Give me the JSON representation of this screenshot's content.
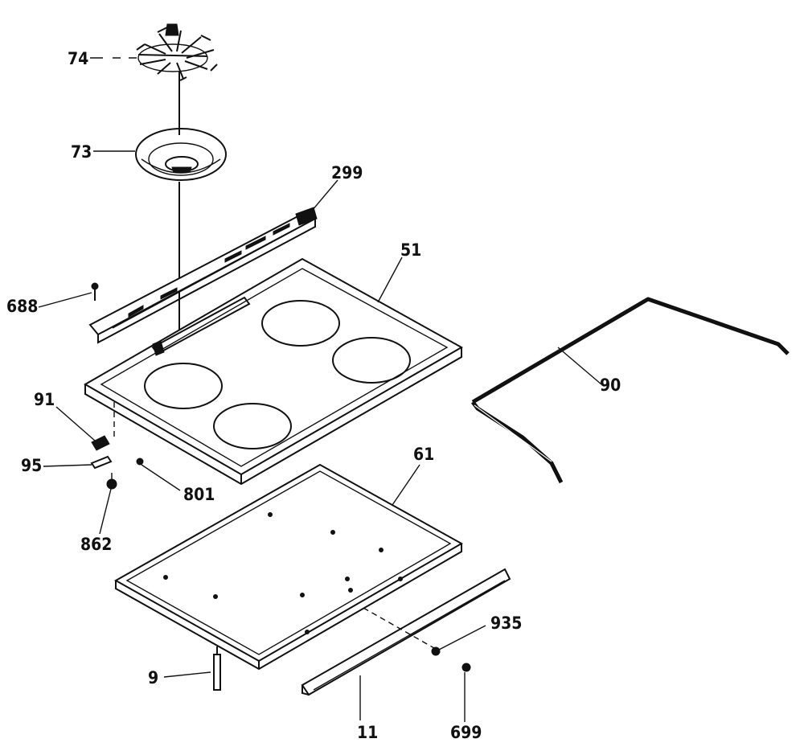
{
  "colors": {
    "ink": "#111111",
    "background": "#ffffff"
  },
  "callouts": [
    {
      "id": "p74",
      "label": "74"
    },
    {
      "id": "p73",
      "label": "73"
    },
    {
      "id": "p299",
      "label": "299"
    },
    {
      "id": "p51",
      "label": "51"
    },
    {
      "id": "p688",
      "label": "688"
    },
    {
      "id": "p90",
      "label": "90"
    },
    {
      "id": "p91",
      "label": "91"
    },
    {
      "id": "p95",
      "label": "95"
    },
    {
      "id": "p801",
      "label": "801"
    },
    {
      "id": "p862",
      "label": "862"
    },
    {
      "id": "p61",
      "label": "61"
    },
    {
      "id": "p935",
      "label": "935"
    },
    {
      "id": "p9",
      "label": "9"
    },
    {
      "id": "p11",
      "label": "11"
    },
    {
      "id": "p699",
      "label": "699"
    }
  ]
}
